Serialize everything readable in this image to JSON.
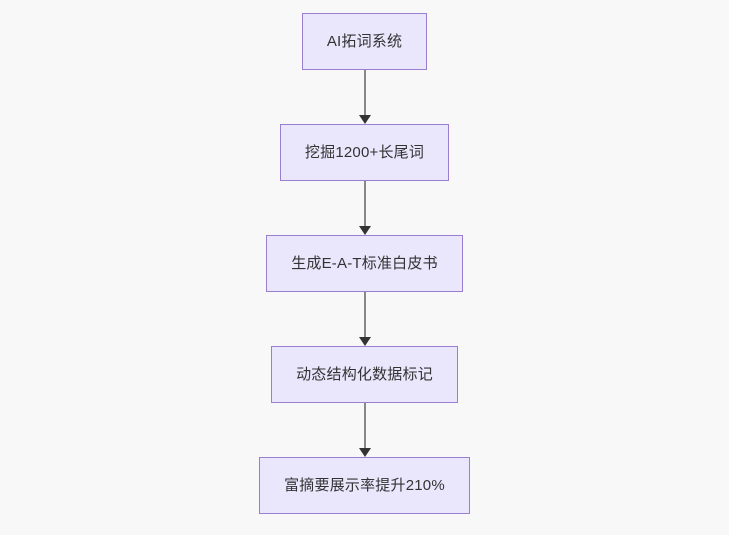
{
  "diagram": {
    "type": "flowchart",
    "direction": "top-to-bottom",
    "background_color": "#f8f8f8",
    "node_fill_color": "#eae6fc",
    "node_border_color": "#9a7fd0",
    "node_text_color": "#333333",
    "connector_line_color": "#888888",
    "connector_arrow_color": "#333333",
    "nodes": [
      {
        "id": "n1",
        "label": "AI拓词系统"
      },
      {
        "id": "n2",
        "label": "挖掘1200+长尾词"
      },
      {
        "id": "n3",
        "label": "生成E-A-T标准白皮书"
      },
      {
        "id": "n4",
        "label": "动态结构化数据标记"
      },
      {
        "id": "n5",
        "label": "富摘要展示率提升210%"
      }
    ],
    "edges": [
      {
        "from": "n1",
        "to": "n2",
        "label": ""
      },
      {
        "from": "n2",
        "to": "n3",
        "label": ""
      },
      {
        "from": "n3",
        "to": "n4",
        "label": ""
      },
      {
        "from": "n4",
        "to": "n5",
        "label": ""
      }
    ]
  }
}
